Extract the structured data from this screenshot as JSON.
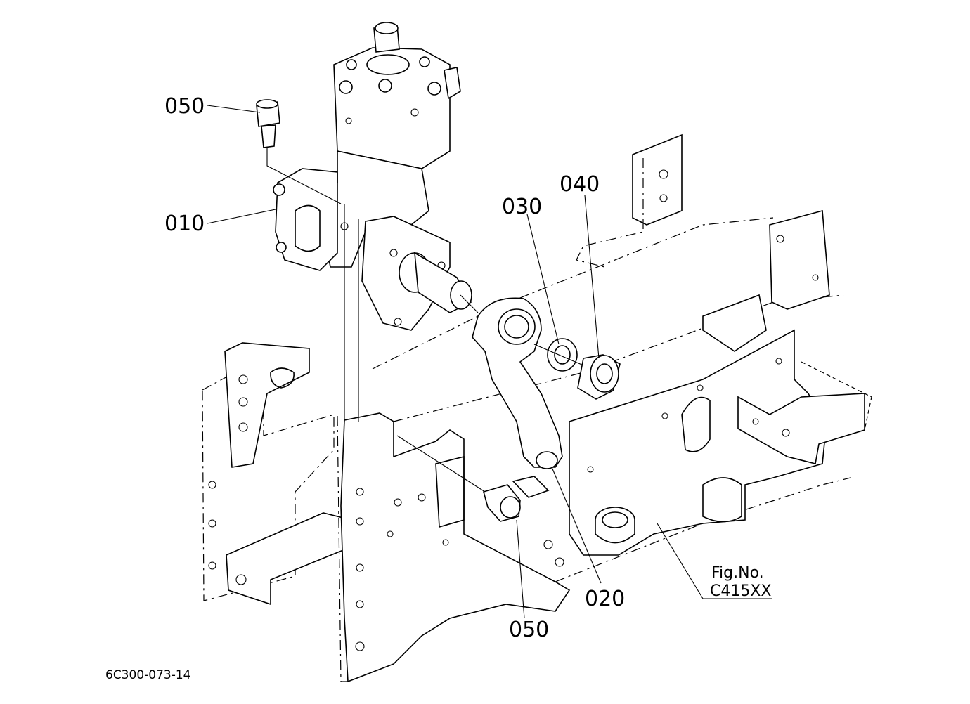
{
  "callouts": {
    "part_010": "010",
    "part_020": "020",
    "part_030": "030",
    "part_040": "040",
    "part_050_top": "050",
    "part_050_bottom": "050"
  },
  "reference": {
    "fig_label": "Fig.No.",
    "fig_code": "C415XX"
  },
  "drawing_id": "6C300-073-14"
}
